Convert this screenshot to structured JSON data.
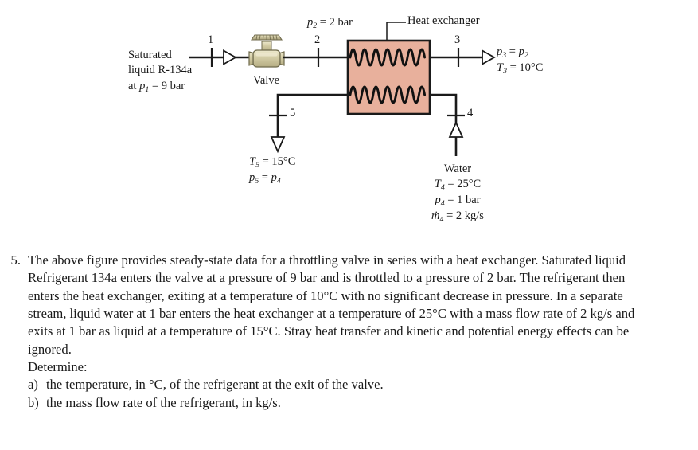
{
  "figure": {
    "title": "Heat exchanger",
    "valve_label": "Valve",
    "inlet_caption": {
      "line1": "Saturated",
      "line2": "liquid R-134a",
      "line3_pre": "at ",
      "line3_var": "p",
      "line3_sub": "1",
      "line3_post": " = 9 bar"
    },
    "p2_label": {
      "var": "p",
      "sub": "2",
      "rest": " = 2 bar"
    },
    "stream_numbers": [
      "1",
      "2",
      "3",
      "4",
      "5"
    ],
    "exit3_label": {
      "line1": {
        "var": "p",
        "sub": "3",
        "rest": " = ",
        "var2": "p",
        "sub2": "2"
      },
      "line2": {
        "var": "T",
        "sub": "3",
        "rest": " = 10°C"
      }
    },
    "stream5_label": {
      "line1": {
        "var": "T",
        "sub": "5",
        "rest": " = 15°C"
      },
      "line2": {
        "var": "p",
        "sub": "5",
        "rest": " = ",
        "var2": "p",
        "sub2": "4"
      }
    },
    "water_label": {
      "title": "Water",
      "line1": {
        "var": "T",
        "sub": "4",
        "rest": " = 25°C"
      },
      "line2": {
        "var": "p",
        "sub": "4",
        "rest": " = 1 bar"
      },
      "line3": {
        "var": "ṁ",
        "sub": "4",
        "rest": " = 2 kg/s"
      }
    },
    "colors": {
      "heat_exchanger_fill": "#e8b09c",
      "heat_exchanger_stroke": "#1a1a1a",
      "valve_body": "#cfc8a4",
      "valve_body_dark": "#b3ab81",
      "valve_highlight": "#e8e3c6",
      "line": "#1a1a1a"
    }
  },
  "problem": {
    "number": "5.",
    "paragraph": "The above figure provides steady-state data for a throttling valve in series with a heat exchanger. Saturated liquid Refrigerant 134a enters the valve at a pressure of 9 bar and is throttled to a pressure of 2 bar. The refrigerant then enters the heat exchanger, exiting at a temperature of 10°C with no significant decrease in pressure. In a separate stream, liquid water at 1 bar enters the heat exchanger at a temperature of 25°C with a mass flow rate of 2 kg/s and exits at 1 bar as liquid at a temperature of 15°C. Stray heat transfer and kinetic and potential energy effects can be ignored.",
    "determine_label": "Determine:",
    "items": [
      {
        "marker": "a)",
        "text": "the temperature, in °C, of the refrigerant at the exit of the valve."
      },
      {
        "marker": "b)",
        "text": "the mass flow rate of the refrigerant, in kg/s."
      }
    ]
  }
}
